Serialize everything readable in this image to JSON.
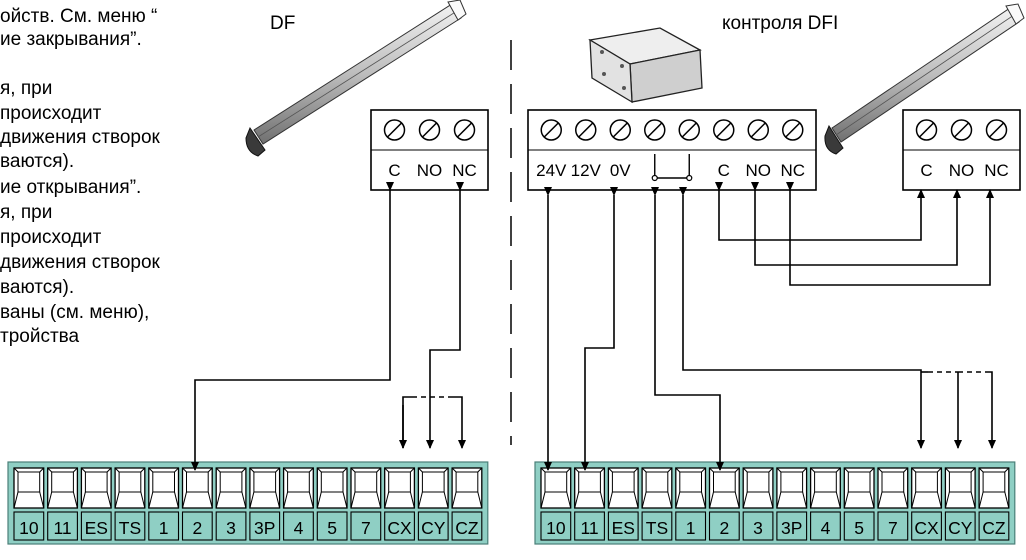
{
  "left_text": [
    "ойств. См. меню “",
    "ие закрывания”.",
    "я, при",
    "происходит",
    "движения  створок",
    "ваются).",
    "ие открывания”.",
    "я, при",
    "происходит",
    "движения  створок",
    "ваются).",
    "ваны (см. меню),",
    "тройства"
  ],
  "device_labels": {
    "df": "DF",
    "dfi": "контроля DFI"
  },
  "sensor_left_terminals": [
    "C",
    "NO",
    "NC"
  ],
  "controller_terminals": [
    "24V",
    "12V",
    "0V",
    "",
    "",
    "C",
    "NO",
    "NC"
  ],
  "sensor_right_terminals": [
    "C",
    "NO",
    "NC"
  ],
  "board_terminals": [
    "10",
    "11",
    "ES",
    "TS",
    "1",
    "2",
    "3",
    "3P",
    "4",
    "5",
    "7",
    "CX",
    "CY",
    "CZ"
  ],
  "colors": {
    "terminal_block": "#8fcfc4",
    "terminal_border": "#4a7f78",
    "line": "#000000"
  }
}
